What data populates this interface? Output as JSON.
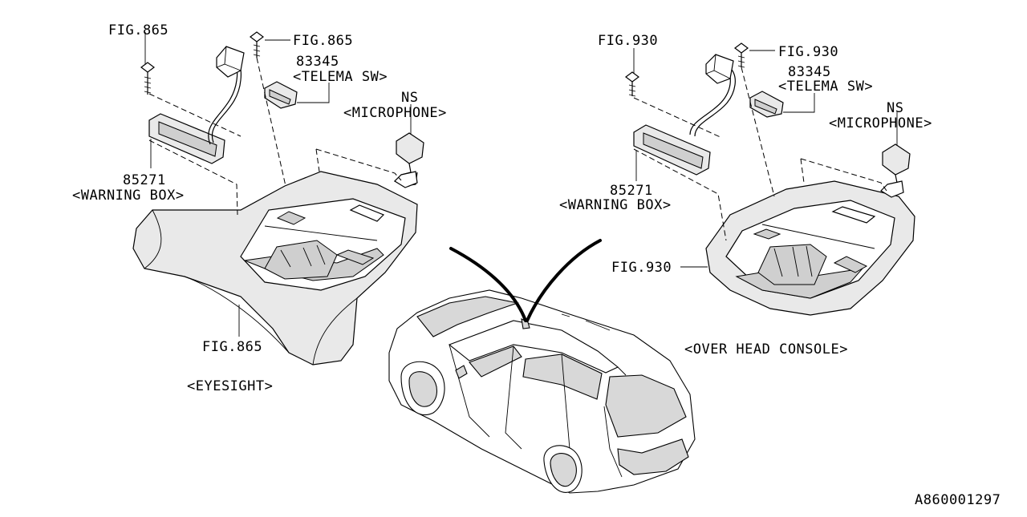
{
  "diagram": {
    "left_group": {
      "screw_left_ref": "FIG.865",
      "screw_right_ref": "FIG.865",
      "switch_part_no": "83345",
      "switch_name": "<TELEMA SW>",
      "mic_code": "NS",
      "mic_name": "<MICROPHONE>",
      "box_part_no": "85271",
      "box_name": "<WARNING BOX>",
      "housing_ref": "FIG.865",
      "group_caption": "<EYESIGHT>"
    },
    "right_group": {
      "screw_left_ref": "FIG.930",
      "screw_right_ref": "FIG.930",
      "switch_part_no": "83345",
      "switch_name": "<TELEMA SW>",
      "mic_code": "NS",
      "mic_name": "<MICROPHONE>",
      "box_part_no": "85271",
      "box_name": "<WARNING BOX>",
      "console_ref": "FIG.930",
      "group_caption": "<OVER HEAD CONSOLE>"
    },
    "diagram_id": "A860001297"
  }
}
